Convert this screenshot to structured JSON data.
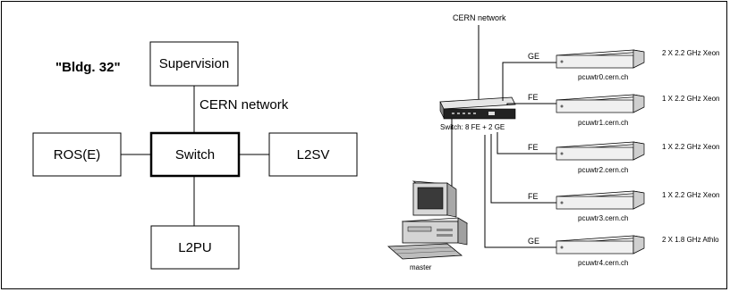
{
  "left_diagram": {
    "building_label": "\"Bldg. 32\"",
    "supervision": "Supervision",
    "cern_network": "CERN network",
    "switch": "Switch",
    "ros": "ROS(E)",
    "l2sv": "L2SV",
    "l2pu": "L2PU"
  },
  "right_diagram": {
    "cern_network": "CERN network",
    "switch_caption": "Switch: 8 FE + 2 GE",
    "master_caption": "master",
    "nodes": [
      {
        "link": "GE",
        "host": "pcuwtr0.cern.ch",
        "cpu": "2 X 2.2 GHz  Xeon"
      },
      {
        "link": "FE",
        "host": "pcuwtr1.cern.ch",
        "cpu": "1 X 2.2 GHz  Xeon"
      },
      {
        "link": "FE",
        "host": "pcuwtr2.cern.ch",
        "cpu": "1 X 2.2 GHz  Xeon"
      },
      {
        "link": "FE",
        "host": "pcuwtr3.cern.ch",
        "cpu": "1 X 2.2 GHz  Xeon"
      },
      {
        "link": "GE",
        "host": "pcuwtr4.cern.ch",
        "cpu": "2 X 1.8 GHz  Athlo"
      }
    ]
  }
}
